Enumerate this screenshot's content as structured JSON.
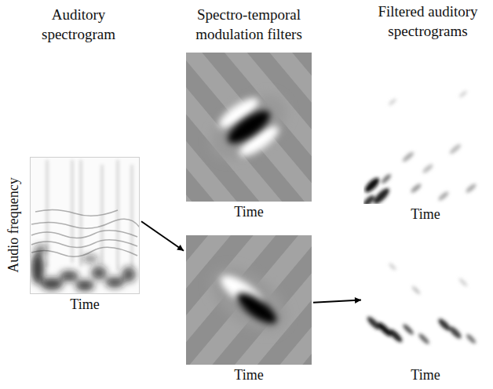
{
  "diagram": {
    "nodes": [
      {
        "text": [
          "Auditory spectrogram",
          "Audio frequency",
          "Time"
        ]
      },
      {
        "text": [
          "Spectro-temporal modulation filters",
          "Time"
        ]
      },
      {
        "text": [
          "Time"
        ]
      },
      {
        "text": [
          "Filtered auditory spectrograms",
          "Time"
        ]
      },
      {
        "text": [
          "Time"
        ]
      }
    ],
    "edges": [
      {
        "from": 0,
        "to": 2,
        "arrow": "to"
      },
      {
        "from": 2,
        "to": 4,
        "arrow": "to"
      }
    ]
  }
}
